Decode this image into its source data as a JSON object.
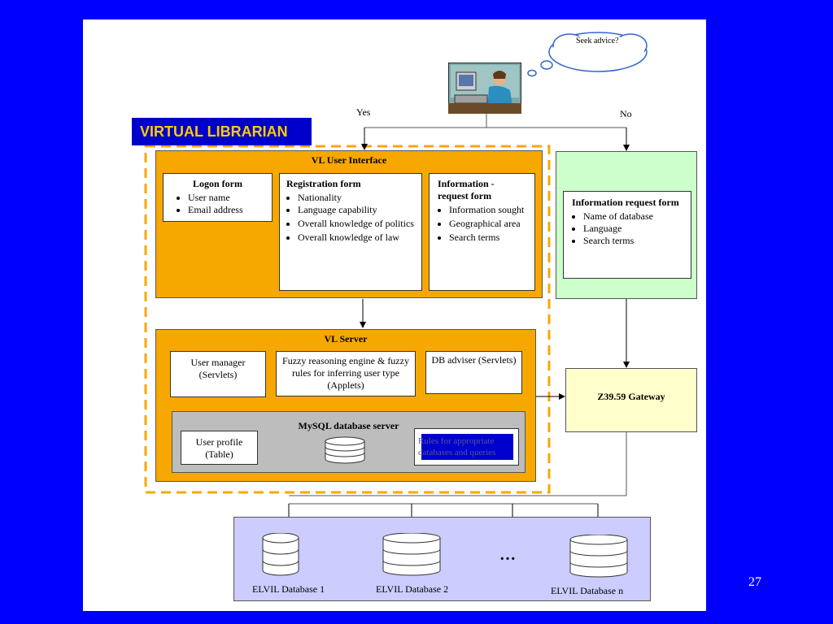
{
  "slide": {
    "virtual_librarian_label": "VIRTUAL LIBRARIAN",
    "page_number": "27"
  },
  "thought": {
    "text": "Seek advice?"
  },
  "flow": {
    "yes_label": "Yes",
    "no_label": "No"
  },
  "ui": {
    "title": "VL User Interface",
    "logon": {
      "title": "Logon form",
      "items": [
        "User name",
        "Email address"
      ]
    },
    "registration": {
      "title": "Registration form",
      "items": [
        "Nationality",
        "Language capability",
        "Overall knowledge of politics",
        "Overall knowledge of law"
      ]
    },
    "info_request": {
      "title": "Information - request form",
      "items": [
        "Information sought",
        "Geographical area",
        "Search terms"
      ]
    }
  },
  "green": {
    "title": "Information request form",
    "items": [
      "Name of database",
      "Language",
      "Search terms"
    ]
  },
  "server": {
    "title": "VL Server",
    "user_manager": "User manager (Servlets)",
    "fuzzy": "Fuzzy reasoning engine & fuzzy rules for inferring user type (Applets)",
    "db_adviser": "DB adviser (Servlets)",
    "mysql": {
      "title": "MySQL database server",
      "user_profile": "User profile (Table)",
      "rules": "Rules for appropriate databases and queries"
    }
  },
  "gateway": {
    "label": "Z39.59 Gateway"
  },
  "databases": {
    "db1": "ELVIL Database 1",
    "db2": "ELVIL Database 2",
    "ellipsis": "…",
    "dbn": "ELVIL Database n"
  },
  "colors": {
    "background": "#0000ff",
    "orange": "#f7a800",
    "green": "#ccffcc",
    "yellow": "#ffffcc",
    "lavender": "#ccccff",
    "label_bg": "#0000cc",
    "label_text": "#ffcc00"
  }
}
